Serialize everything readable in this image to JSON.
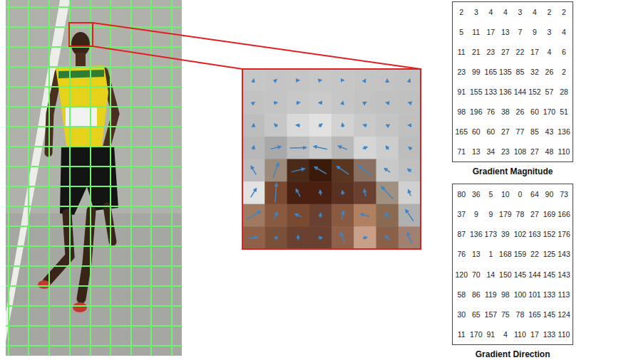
{
  "diagram": {
    "nodes": [
      {
        "text": [
          "2",
          "3",
          "4",
          "4",
          "3",
          "4",
          "2",
          "2",
          "5",
          "11",
          "17",
          "13",
          "7",
          "9",
          "3",
          "4",
          "11",
          "21",
          "23",
          "27",
          "22",
          "17",
          "4",
          "6",
          "23",
          "99",
          "165",
          "135",
          "85",
          "32",
          "26",
          "2",
          "91",
          "155",
          "133",
          "136",
          "144",
          "152",
          "57",
          "28",
          "98",
          "196",
          "76",
          "38",
          "26",
          "60",
          "170",
          "51",
          "165",
          "60",
          "60",
          "27",
          "77",
          "85",
          "43",
          "136",
          "71",
          "13",
          "34",
          "23",
          "108",
          "27",
          "48",
          "110",
          "Gradient Magnitude"
        ]
      },
      {
        "text": [
          "80",
          "36",
          "5",
          "10",
          "0",
          "64",
          "90",
          "73",
          "37",
          "9",
          "9",
          "179",
          "78",
          "27",
          "169",
          "166",
          "87",
          "136",
          "173",
          "39",
          "102",
          "163",
          "152",
          "176",
          "76",
          "13",
          "1",
          "168",
          "159",
          "22",
          "125",
          "143",
          "120",
          "70",
          "14",
          "150",
          "145",
          "144",
          "145",
          "143",
          "58",
          "86",
          "119",
          "98",
          "100",
          "101",
          "133",
          "113",
          "30",
          "65",
          "157",
          "75",
          "78",
          "165",
          "145",
          "124",
          "11",
          "170",
          "91",
          "4",
          "110",
          "17",
          "133",
          "110",
          "Gradient Direction"
        ]
      }
    ]
  }
}
